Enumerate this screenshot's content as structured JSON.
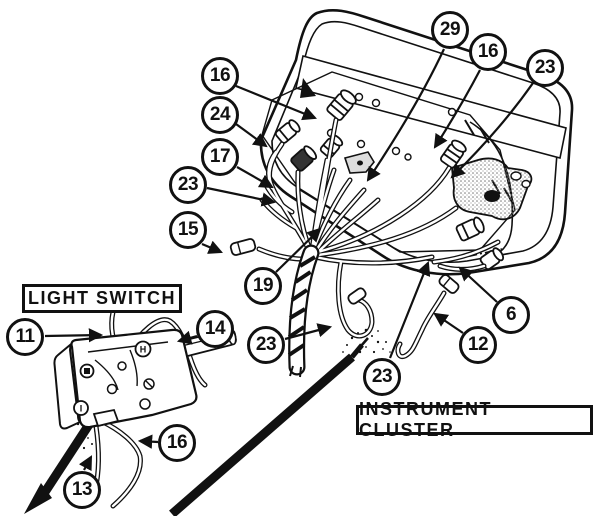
{
  "figure": {
    "kind": "service-manual parts diagram, instrument cluster rear wiring and light switch",
    "labels": {
      "light_switch": "LIGHT SWITCH",
      "instrument_cluster": "INSTRUMENT CLUSTER"
    },
    "terminals": {
      "h": "H",
      "i": "I"
    },
    "callouts": [
      {
        "number": "16"
      },
      {
        "number": "24"
      },
      {
        "number": "17"
      },
      {
        "number": "23"
      },
      {
        "number": "15"
      },
      {
        "number": "29"
      },
      {
        "number": "16"
      },
      {
        "number": "23"
      },
      {
        "number": "11"
      },
      {
        "number": "14"
      },
      {
        "number": "19"
      },
      {
        "number": "23"
      },
      {
        "number": "16"
      },
      {
        "number": "13"
      },
      {
        "number": "23"
      },
      {
        "number": "12"
      },
      {
        "number": "6"
      }
    ],
    "colors": {
      "ink": "#111111",
      "paper": "#ffffff"
    }
  }
}
